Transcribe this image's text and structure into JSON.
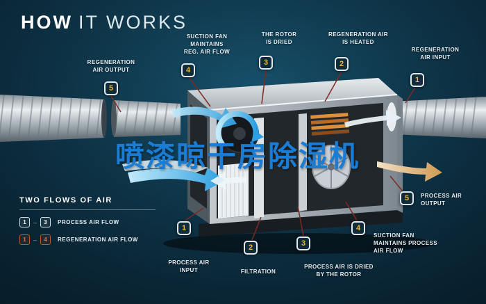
{
  "title": {
    "word1": "HOW",
    "word2": "IT WORKS"
  },
  "watermark": "喷漆晾干房除湿机",
  "colors": {
    "background": "#0e3447",
    "accent_blue": "#2d9fe0",
    "watermark_blue": "#1b7cd4",
    "badge_number_gold": "#e9b43c",
    "callout_line_red": "#7c2b22",
    "regeneration_orange": "#c2572a",
    "duct_silver": "#c6cdd2"
  },
  "callouts": [
    {
      "num": "5",
      "label": "REGENERATION\nAIR OUTPUT"
    },
    {
      "num": "4",
      "label": "SUCTION FAN\nMAINTAINS\nREG. AIR FLOW"
    },
    {
      "num": "3",
      "label": "THE ROTOR\nIS DRIED"
    },
    {
      "num": "2",
      "label": "REGENERATION AIR\nIS HEATED"
    },
    {
      "num": "1",
      "label": "REGENERATION\nAIR INPUT"
    },
    {
      "num": "1",
      "label": "PROCESS AIR\nINPUT"
    },
    {
      "num": "2",
      "label": "FILTRATION"
    },
    {
      "num": "3",
      "label": "PROCESS AIR IS DRIED\nBY THE ROTOR"
    },
    {
      "num": "4",
      "label": "SUCTION FAN\nMAINTAINS PROCESS\nAIR FLOW"
    },
    {
      "num": "5",
      "label": "PROCESS AIR\nOUTPUT"
    }
  ],
  "legend": {
    "title": "TWO FLOWS OF AIR",
    "rows": [
      {
        "from": "1",
        "dash": "–",
        "to": "3",
        "label": "PROCESS AIR FLOW",
        "type": "process"
      },
      {
        "from": "1",
        "dash": "–",
        "to": "4",
        "label": "REGENERATION AIR FLOW",
        "type": "regeneration"
      }
    ]
  }
}
